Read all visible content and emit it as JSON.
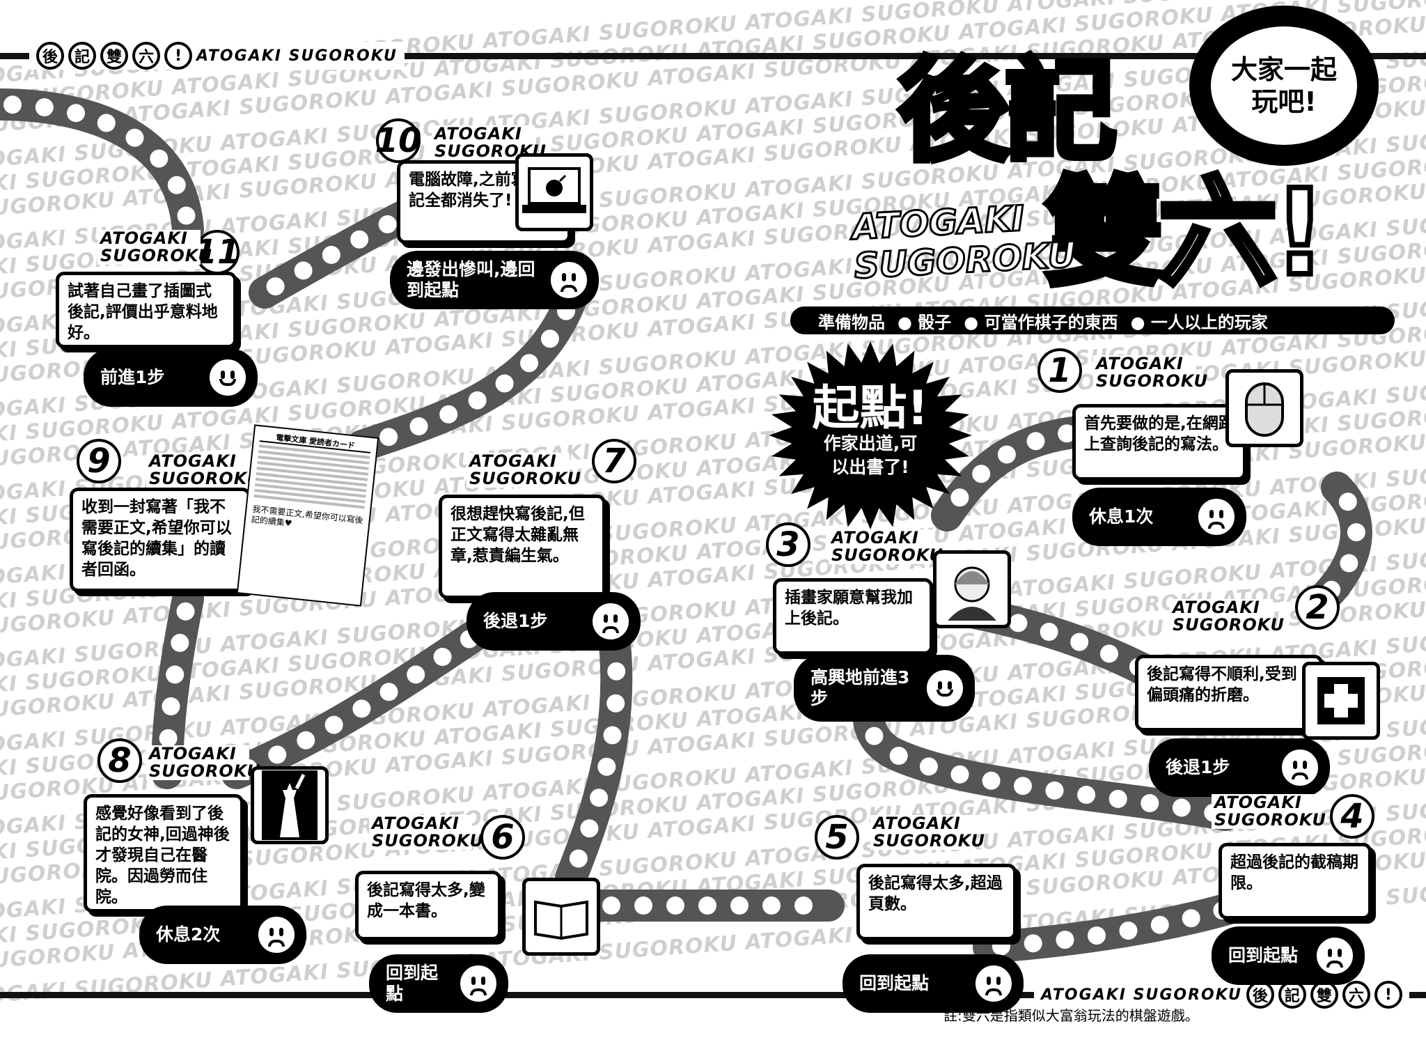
{
  "header": {
    "chips": [
      "後",
      "記",
      "雙",
      "六",
      "!"
    ],
    "top_label": "ATOGAKI SUGOROKU",
    "bottom_label": "ATOGAKI SUGOROKU"
  },
  "watermark_text": "ATOGAKI SUGOROKU",
  "title": {
    "main_line1": "後記",
    "main_line2": "雙六!",
    "romaji_line1": "ATOGAKI",
    "romaji_line2": "SUGOROKU",
    "bubble": "大家一起玩吧!"
  },
  "items_needed": {
    "label": "準備物品",
    "items": [
      "骰子",
      "可當作棋子的東西",
      "一人以上的玩家"
    ]
  },
  "start": {
    "label": "起點!",
    "text": "作家出道,可以出書了!"
  },
  "squares": [
    {
      "num": "1",
      "tag": "ATOGAKI SUGOROKU",
      "text": "首先要做的是,在網路上查詢後記的寫法。",
      "result": "休息1次",
      "face": "sad",
      "icon": "mouse-icon"
    },
    {
      "num": "2",
      "tag": "ATOGAKI SUGOROKU",
      "text": "後記寫得不順利,受到偏頭痛的折磨。",
      "result": "後退1步",
      "face": "sad",
      "icon": "first-aid-icon"
    },
    {
      "num": "3",
      "tag": "ATOGAKI SUGOROKU",
      "text": "插畫家願意幫我加上後記。",
      "result": "高興地前進3步",
      "face": "happy",
      "icon": "illustration-icon"
    },
    {
      "num": "4",
      "tag": "ATOGAKI SUGOROKU",
      "text": "超過後記的截稿期限。",
      "result": "回到起點",
      "face": "sad",
      "icon": ""
    },
    {
      "num": "5",
      "tag": "ATOGAKI SUGOROKU",
      "text": "後記寫得太多,超過頁數。",
      "result": "回到起點",
      "face": "sad",
      "icon": ""
    },
    {
      "num": "6",
      "tag": "ATOGAKI SUGOROKU",
      "text": "後記寫得太多,變成一本書。",
      "result": "回到起點",
      "face": "sad",
      "icon": "book-icon"
    },
    {
      "num": "7",
      "tag": "ATOGAKI SUGOROKU",
      "text": "很想趕快寫後記,但正文寫得太雜亂無章,惹責編生氣。",
      "result": "後退1步",
      "face": "sad",
      "icon": ""
    },
    {
      "num": "8",
      "tag": "ATOGAKI SUGOROKU",
      "text": "感覺好像看到了後記的女神,回過神後才發現自己在醫院。因過勞而住院。",
      "result": "休息2次",
      "face": "sad",
      "icon": "statue-icon"
    },
    {
      "num": "9",
      "tag": "ATOGAKI SUGOROKU",
      "text": "收到一封寫著「我不需要正文,希望你可以寫後記的續集」的讀者回函。",
      "result": "",
      "face": "",
      "icon": ""
    },
    {
      "num": "10",
      "tag": "ATOGAKI SUGOROKU",
      "text": "電腦故障,之前寫的後記全都消失了!",
      "result": "邊發出慘叫,邊回到起點",
      "face": "sad",
      "icon": "laptop-bomb-icon"
    },
    {
      "num": "11",
      "tag": "ATOGAKI SUGOROKU",
      "text": "試著自己畫了插圖式後記,評價出乎意料地好。",
      "result": "前進1步",
      "face": "happy",
      "icon": ""
    }
  ],
  "reader_card": {
    "header": "電撃文庫 愛読者カード",
    "handwriting": "我不需要正文,希望你可以寫後記的續集♥"
  },
  "footnote": "註:雙六是指類似大富翁玩法的棋盤遊戲。"
}
